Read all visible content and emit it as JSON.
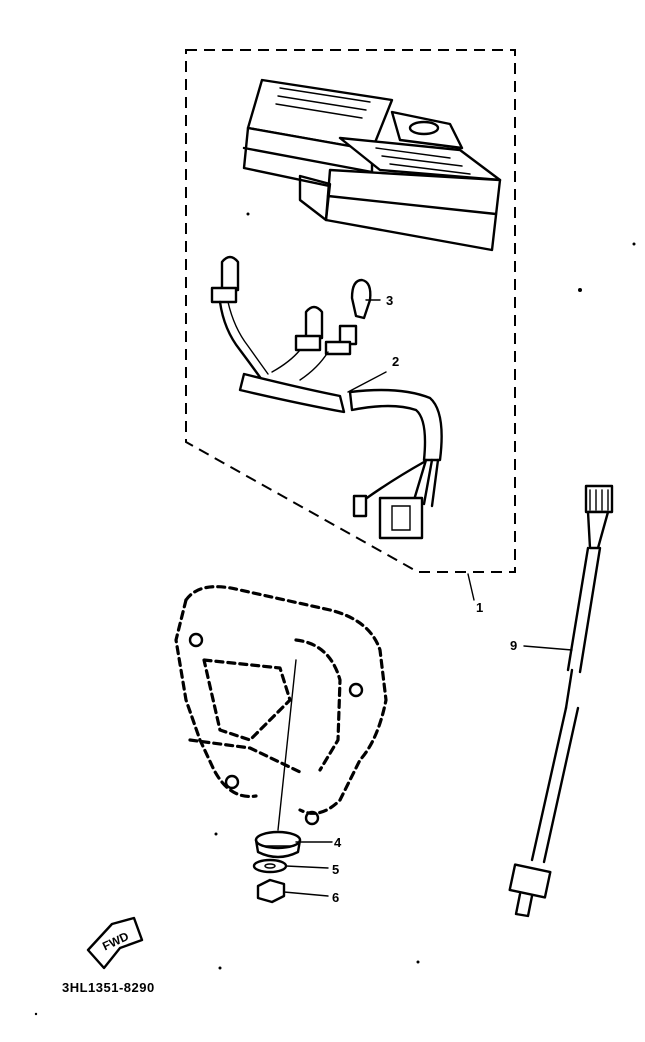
{
  "diagram": {
    "callouts": [
      "1",
      "2",
      "3",
      "4",
      "5",
      "6",
      "9"
    ],
    "arrow_label": "FWD",
    "part_code": "3HL1351-8290"
  }
}
